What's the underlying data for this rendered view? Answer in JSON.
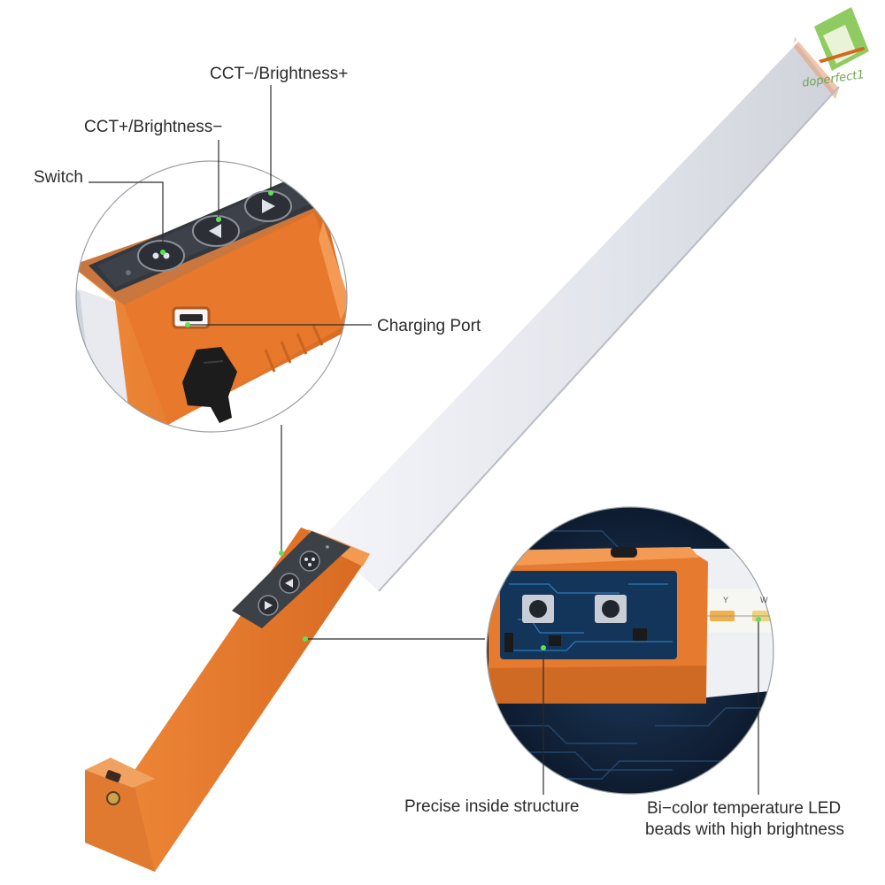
{
  "brand": {
    "watermark_text": "doperfect1",
    "watermark_color": "#7cbf3f"
  },
  "product": {
    "body_color": "#e67a2e",
    "tube_color": "#eceef4",
    "panel_color": "#3b3f46",
    "pointer_dot_color": "#5fe05a"
  },
  "callouts": {
    "cct_minus_brightness_plus": "CCT−/Brightness+",
    "cct_plus_brightness_minus": "CCT+/Brightness−",
    "switch": "Switch",
    "charging_port": "Charging Port",
    "inside_structure": "Precise inside structure",
    "led_beads_line1": "Bi−color temperature LED",
    "led_beads_line2": "beads with high brightness"
  },
  "pcb_silkscreen": {
    "bead_y": "Y",
    "bead_w": "W"
  }
}
